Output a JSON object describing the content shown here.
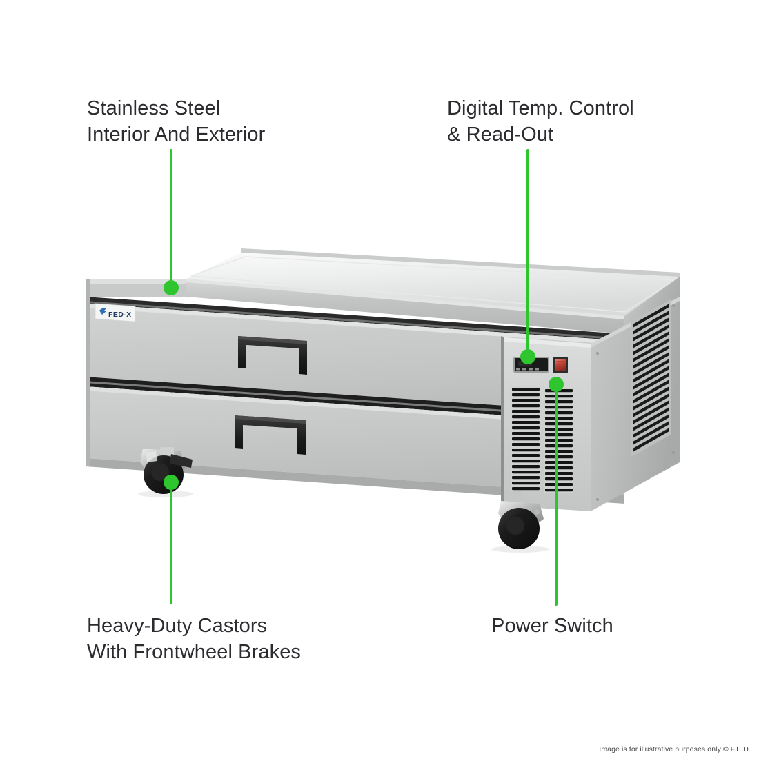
{
  "page": {
    "background_color": "#ffffff",
    "accent_color": "#2ec52e",
    "text_color": "#2b2b30"
  },
  "callouts": [
    {
      "id": "stainless",
      "label": "Stainless Steel\nInterior And Exterior",
      "target": "cabinet-top-surface"
    },
    {
      "id": "digital",
      "label": "Digital Temp. Control\n& Read-Out",
      "target": "digital-temperature-display"
    },
    {
      "id": "castors",
      "label": "Heavy-Duty Castors\nWith Frontwheel Brakes",
      "target": "front-left-castor"
    },
    {
      "id": "power",
      "label": "Power Switch",
      "target": "power-switch"
    }
  ],
  "product": {
    "name": "Refrigerated Chef Base",
    "brand_logo_text": "FED-X",
    "drawer_count": 2,
    "castor_count": 2,
    "finish": "stainless-steel",
    "control_panel": {
      "display_type": "digital-readout",
      "power_switch_color": "#d84436"
    }
  },
  "footer": {
    "disclaimer": "Image is for illustrative purposes only  © F.E.D."
  }
}
